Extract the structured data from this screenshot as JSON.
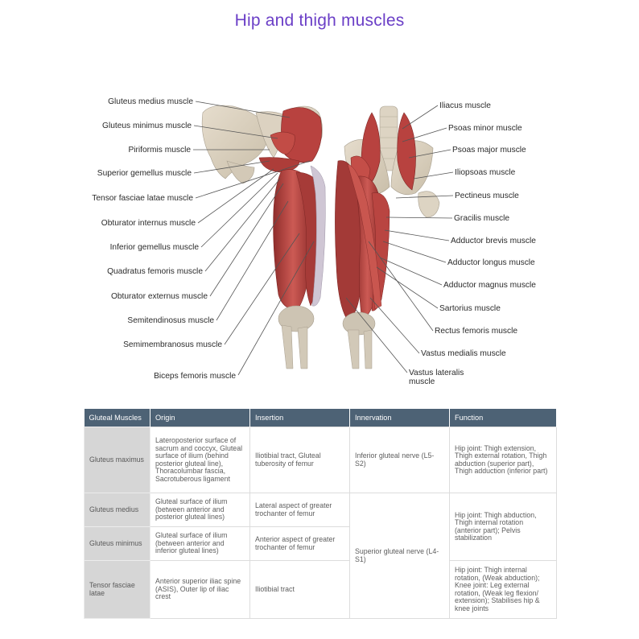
{
  "title": "Hip and thigh muscles",
  "labels_left": [
    "Gluteus medius muscle",
    "Gluteus minimus muscle",
    "Piriformis muscle",
    "Superior gemellus muscle",
    "Tensor fasciae latae muscle",
    "Obturator internus muscle",
    "Inferior gemellus muscle",
    "Quadratus femoris muscle",
    "Obturator externus muscle",
    "Semitendinosus muscle",
    "Semimembranosus muscle",
    "Biceps femoris muscle"
  ],
  "labels_right": [
    "Iliacus muscle",
    "Psoas minor muscle",
    "Psoas major muscle",
    "Iliopsoas muscle",
    "Pectineus muscle",
    "Gracilis muscle",
    "Adductor brevis muscle",
    "Adductor longus muscle",
    "Adductor magnus muscle",
    "Sartorius muscle",
    "Rectus femoris muscle",
    "Vastus medialis muscle",
    "Vastus lateralis",
    "muscle"
  ],
  "table": {
    "headers": [
      "Gluteal Muscles",
      "Origin",
      "Insertion",
      "Innervation",
      "Function"
    ],
    "rows": [
      {
        "muscle": "Gluteus maximus",
        "origin": "Lateroposterior surface of sacrum and coccyx, Gluteal surface of ilium (behind posterior gluteal line), Thoracolumbar fascia, Sacrotuberous ligament",
        "insertion": "Iliotibial tract, Gluteal tuberosity of femur",
        "innervation": "Inferior gluteal nerve (L5-S2)",
        "function": "Hip joint: Thigh extension, Thigh external rotation, Thigh abduction (superior part), Thigh adduction (inferior part)"
      },
      {
        "muscle": "Gluteus medius",
        "origin": "Gluteal surface of ilium (between anterior and posterior gluteal lines)",
        "insertion": "Lateral aspect of greater trochanter of femur"
      },
      {
        "muscle": "Gluteus minimus",
        "origin": "Gluteal surface of ilium (between anterior and inferior gluteal lines)",
        "insertion": "Anterior aspect of greater trochanter of femur"
      },
      {
        "muscle": "Tensor fasciae latae",
        "origin": "Anterior superior iliac spine (ASIS), Outer lip of iliac crest",
        "insertion": "Iliotibial tract",
        "function": "Hip joint: Thigh internal rotation, (Weak abduction); Knee joint: Leg external rotation, (Weak leg flexion/ extension); Stabilises hip & knee joints"
      }
    ],
    "shared_innervation": "Superior gluteal nerve (L4-S1)",
    "shared_function": "Hip joint: Thigh abduction, Thigh internal rotation (anterior part); Pelvis stabilization"
  },
  "colors": {
    "title": "#6b3fc7",
    "table_header": "#4d6275",
    "muscle": "#b8423f",
    "bone": "#d9d0bf"
  }
}
